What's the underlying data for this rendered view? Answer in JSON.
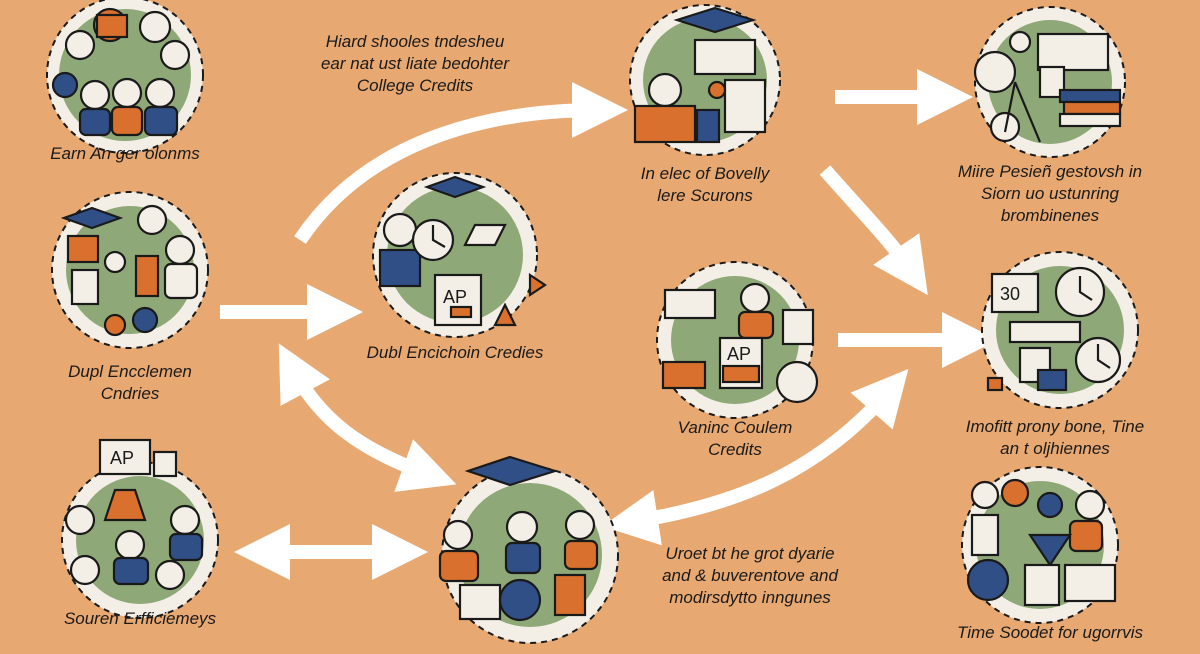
{
  "colors": {
    "background": "#e8a872",
    "circle_fill": "#8fa878",
    "circle_ring": "#f3efe6",
    "accent_blue": "#2f4f86",
    "accent_orange": "#d9702e",
    "ink": "#1a1a1a"
  },
  "nodes": [
    {
      "id": "earn-degrees",
      "icon": "people-group-icon",
      "lines": [
        "Earn An ger olonms"
      ]
    },
    {
      "id": "high-schools",
      "icon": "campus-icon",
      "lines": [
        "Hiard shooles tndesheu",
        "ear nat ust liate bedohter",
        "College Credits"
      ]
    },
    {
      "id": "intro-scurons",
      "icon": "graduate-cap-icon",
      "lines": [
        "In elec of Bovelly",
        "lere Scurons"
      ]
    },
    {
      "id": "more-pesien",
      "icon": "book-stack-icon",
      "lines": [
        "Miire Pesieñ gestovsh in",
        "Siorn uo ustunring",
        "brombinenes"
      ]
    },
    {
      "id": "dual-enrollment",
      "icon": "ideas-icon",
      "lines": [
        "Dupl Encclemen",
        "Cndries"
      ]
    },
    {
      "id": "dual-credits",
      "icon": "clock-icon",
      "lines": [
        "Dubl Encichoin Credies"
      ]
    },
    {
      "id": "college-credits",
      "icon": "ap-paper-icon",
      "lines": [
        "Vaninc Coulem",
        "Credits"
      ]
    },
    {
      "id": "time-saving",
      "icon": "calendar-icon",
      "lines": [
        "Imofitt prony bone, Tine",
        "an t oljhiennes"
      ]
    },
    {
      "id": "cost-efficiency",
      "icon": "ap-flask-icon",
      "lines": [
        "Souren Erfficiemeys"
      ]
    },
    {
      "id": "graduation",
      "icon": "graduation-icon",
      "lines": []
    },
    {
      "id": "outcomes",
      "icon": "text-note",
      "lines": [
        "Uroet bt he grot dyarie",
        "and & buverentove and",
        "modirsdytto inngunes"
      ]
    },
    {
      "id": "time-support",
      "icon": "team-icon",
      "lines": [
        "Time Soodet for ugorrvis"
      ]
    }
  ]
}
